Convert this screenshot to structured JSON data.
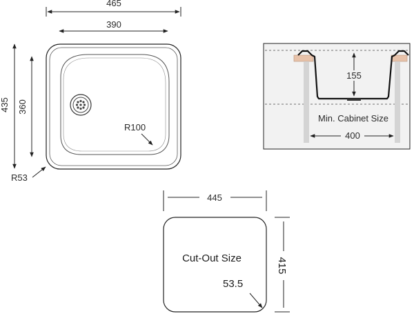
{
  "sink_top_view": {
    "overall_width": "465",
    "bowl_width": "390",
    "overall_depth": "435",
    "bowl_depth": "360",
    "outer_corner_radius": "R53",
    "bowl_corner_radius": "R100"
  },
  "section_view": {
    "bowl_depth": "155",
    "cabinet_label": "Min. Cabinet Size",
    "cabinet_width": "400"
  },
  "cutout": {
    "width": "445",
    "depth": "415",
    "title": "Cut-Out Size",
    "corner_radius": "53.5"
  },
  "colors": {
    "line": "#222222",
    "countertop": "#e7c2aa",
    "cabinet_wall": "#d4d4d4",
    "panel_bg": "#f2f2f2"
  }
}
